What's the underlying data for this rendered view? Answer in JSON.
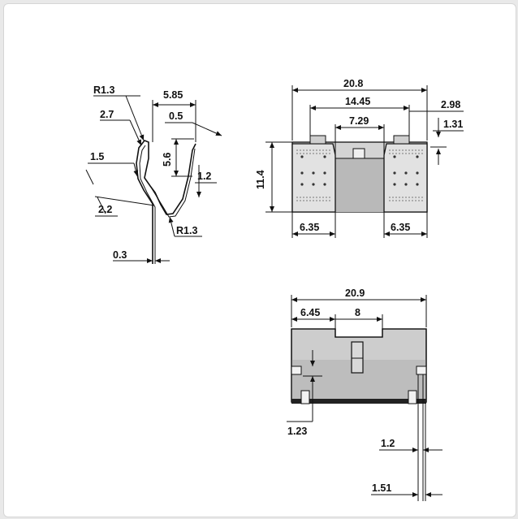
{
  "side_view": {
    "dims": [
      "R1.3",
      "5.85",
      "2.7",
      "0.5",
      "5.6",
      "1.5",
      "1.2",
      "2.2",
      "R1.3",
      "0.3"
    ]
  },
  "front_view": {
    "dims": [
      "20.8",
      "14.45",
      "7.29",
      "2.98",
      "1.31",
      "11.4",
      "6.35",
      "6.35"
    ]
  },
  "bottom_view": {
    "dims": [
      "20.9",
      "6.45",
      "8",
      "1.23",
      "1.2",
      "1.51"
    ]
  },
  "colors": {
    "line": "#111111",
    "body": "#c9c9c9",
    "body_dark": "#9a9a9a",
    "background": "#ffffff"
  }
}
